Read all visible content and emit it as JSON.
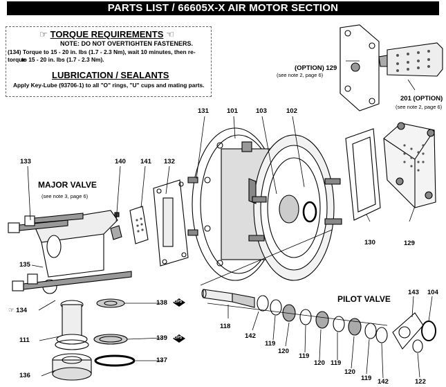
{
  "header": {
    "title": "PARTS LIST / 66605X-X AIR MOTOR SECTION"
  },
  "notes": {
    "torque_title": "TORQUE REQUIREMENTS",
    "torque_warning": "NOTE: DO NOT OVERTIGHTEN FASTENERS.",
    "torque_line1": "(134) Torque to 15 - 20 in. lbs (1.7 - 2.3 Nm), wait 10 minutes, then re-torque",
    "torque_line2": "to 15 - 20 in. lbs (1.7 - 2.3 Nm).",
    "lube_title": "LUBRICATION / SEALANTS",
    "lube_line1": "Apply Key-Lube (93706-1) to all \"O\" rings, \"U\" cups and mating parts."
  },
  "sections": {
    "major_valve": "MAJOR VALVE",
    "major_valve_note": "(see note 3, page 6)",
    "pilot_valve": "PILOT VALVE"
  },
  "options": {
    "opt129": "(OPTION) 129",
    "opt129_note": "(see note 2, page 6)",
    "opt201": "201 (OPTION)",
    "opt201_note": "(see note 2, page 6)"
  },
  "badges": {
    "lips": "LIPS"
  },
  "parts": {
    "p131": "131",
    "p101": "101",
    "p103": "103",
    "p102": "102",
    "p133": "133",
    "p140": "140",
    "p141": "141",
    "p132": "132",
    "p130": "130",
    "p129": "129",
    "p135": "135",
    "p134": "134",
    "p138": "138",
    "p111": "111",
    "p139": "139",
    "p137": "137",
    "p136": "136",
    "p118": "118",
    "p142a": "142",
    "p119a": "119",
    "p120a": "120",
    "p119b": "119",
    "p120b": "120",
    "p119c": "119",
    "p120c": "120",
    "p119d": "119",
    "p142b": "142",
    "p143": "143",
    "p104": "104",
    "p122": "122"
  }
}
